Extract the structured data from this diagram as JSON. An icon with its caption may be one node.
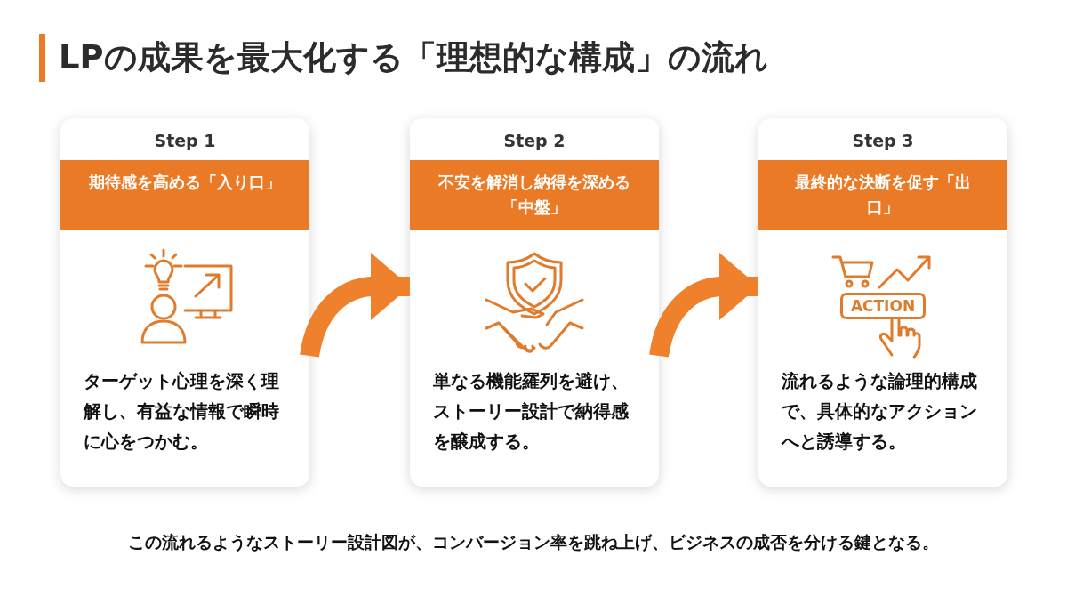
{
  "diagram": {
    "title": "LPの成果を最大化する「理想的な構成」の流れ",
    "caption": "この流れるようなストーリー設計図が、コンバージョン率を跳ね上げ、ビジネスの成否を分ける鍵となる。",
    "nodes": [
      {
        "text": [
          "Step 1",
          "期待感を高める「入り口」",
          "ターゲット心理を深く理解し、有益な情報で瞬時に心をつかむ。"
        ]
      },
      {
        "text": [
          "Step 2",
          "不安を解消し納得を深める「中盤」",
          "単なる機能羅列を避け、ストーリー設計で納得感を醸成する。"
        ]
      },
      {
        "text": [
          "Step 3",
          "最終的な決断を促す「出口」",
          "流れるような論理的構成で、具体的なアクションへと誘導する。"
        ]
      }
    ],
    "edges": [
      {
        "from": 0,
        "to": 1,
        "arrow": "to"
      },
      {
        "from": 1,
        "to": 2,
        "arrow": "to"
      }
    ],
    "labels": [
      "ACTION"
    ]
  }
}
